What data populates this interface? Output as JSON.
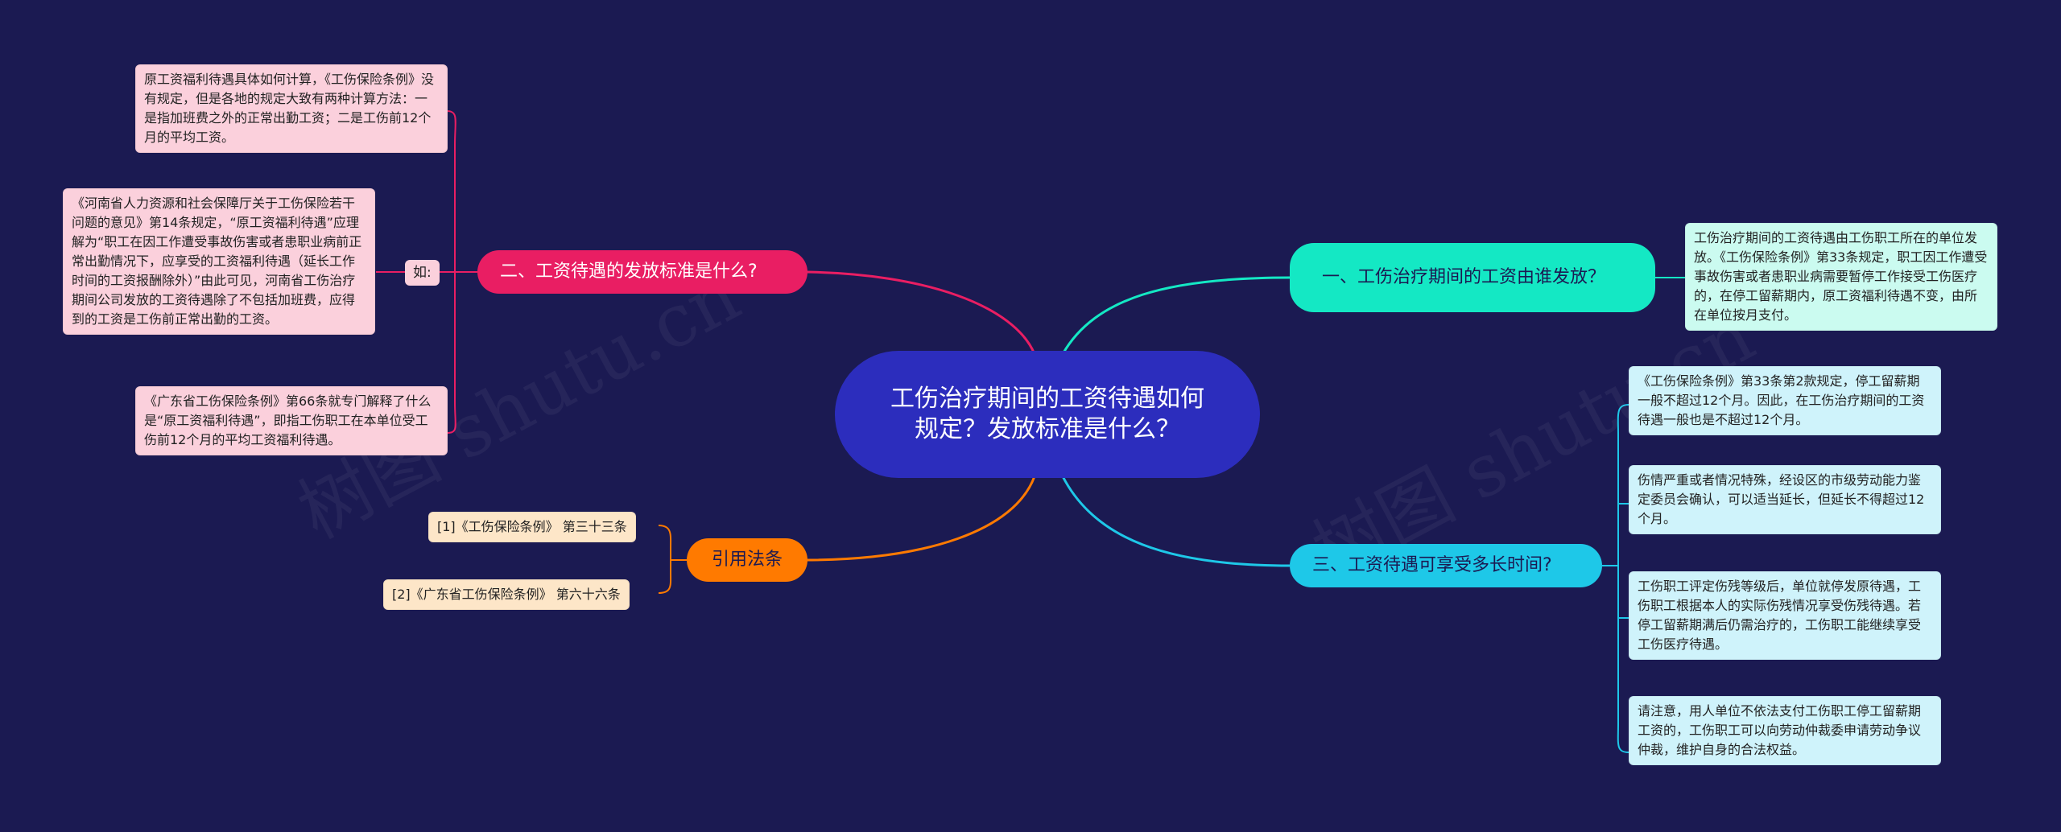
{
  "root": {
    "label": "工伤治疗期间的工资待遇如何规定？发放标准是什么？"
  },
  "branches": {
    "standard": {
      "label": "二、工资待遇的发放标准是什么?",
      "connector_label": "如:",
      "color": "#e91e63",
      "leaves": [
        "原工资福利待遇具体如何计算，《工伤保险条例》没有规定，但是各地的规定大致有两种计算方法：一是指加班费之外的正常出勤工资；二是工伤前12个月的平均工资。",
        "《河南省人力资源和社会保障厅关于工伤保险若干问题的意见》第14条规定，“原工资福利待遇”应理解为“职工在因工作遭受事故伤害或者患职业病前正常出勤情况下，应享受的工资福利待遇（延长工作时间的工资报酬除外）”由此可见，河南省工伤治疗期间公司发放的工资待遇除了不包括加班费，应得到的工资是工伤前正常出勤的工资。",
        "《广东省工伤保险条例》第66条就专门解释了什么是“原工资福利待遇”，即指工伤职工在本单位受工伤前12个月的平均工资福利待遇。"
      ]
    },
    "citations": {
      "label": "引用法条",
      "color": "#ff7a00",
      "leaves": [
        "[1]《工伤保险条例》 第三十三条",
        "[2]《广东省工伤保险条例》 第六十六条"
      ]
    },
    "payer": {
      "label": "一、工伤治疗期间的工资由谁发放？",
      "color": "#14e8c4",
      "leaves": [
        "工伤治疗期间的工资待遇由工伤职工所在的单位发放。《工伤保险条例》第33条规定，职工因工作遭受事故伤害或者患职业病需要暂停工作接受工伤医疗的，在停工留薪期内，原工资福利待遇不变，由所在单位按月支付。"
      ]
    },
    "duration": {
      "label": "三、工资待遇可享受多长时间?",
      "color": "#1ec8e8",
      "leaves": [
        "《工伤保险条例》第33条第2款规定，停工留薪期一般不超过12个月。因此，在工伤治疗期间的工资待遇一般也是不超过12个月。",
        "伤情严重或者情况特殊，经设区的市级劳动能力鉴定委员会确认，可以适当延长，但延长不得超过12个月。",
        "工伤职工评定伤残等级后，单位就停发原待遇，工伤职工根据本人的实际伤残情况享受伤残待遇。若停工留薪期满后仍需治疗的，工伤职工能继续享受工伤医疗待遇。",
        "请注意，用人单位不依法支付工伤职工停工留薪期工资的，工伤职工可以向劳动仲裁委申请劳动争议仲裁，维护自身的合法权益。"
      ]
    }
  },
  "watermark": "树图 shutu.cn"
}
